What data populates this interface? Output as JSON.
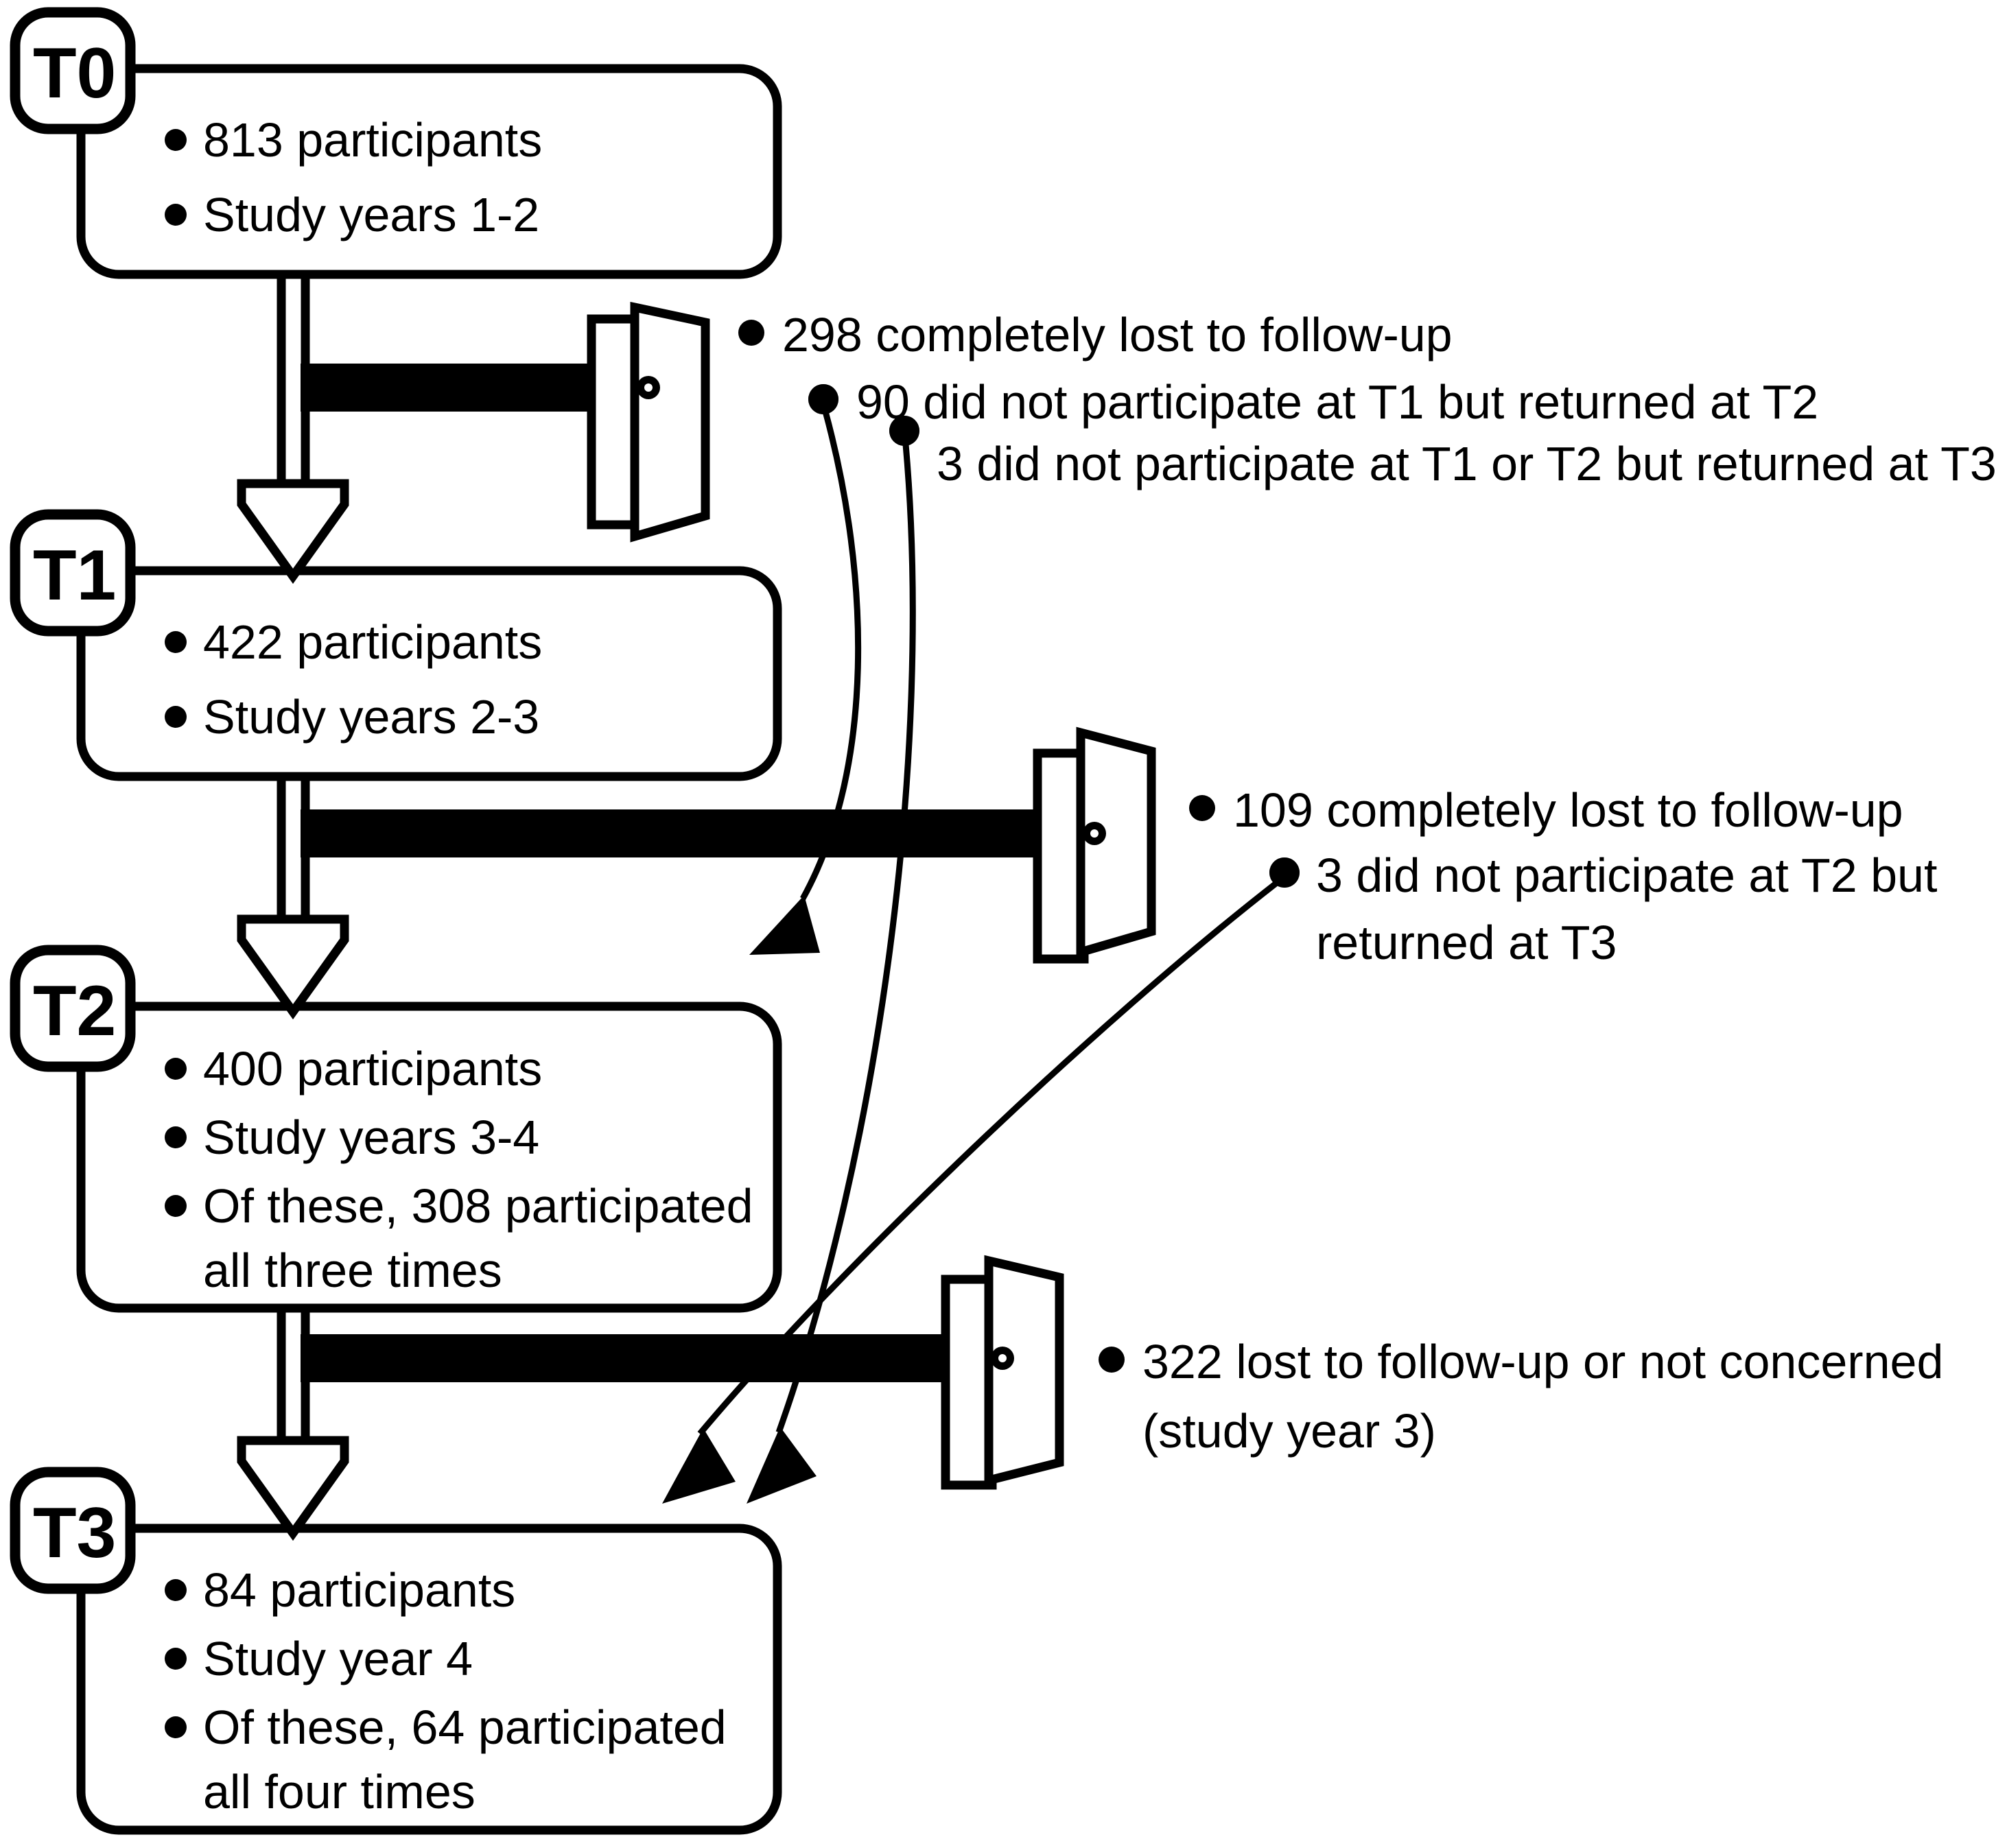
{
  "diagram": {
    "title": "Study participation flow diagram",
    "accent_color": "#000000",
    "background_color": "#ffffff"
  },
  "stages": [
    {
      "badge": "T0",
      "bullets": [
        "813 participants",
        "Study years 1-2"
      ]
    },
    {
      "badge": "T1",
      "bullets": [
        "422 participants",
        "Study years 2-3"
      ]
    },
    {
      "badge": "T2",
      "bullets": [
        "400 participants",
        "Study years 3-4",
        "Of these, 308 participated",
        "all three times"
      ]
    },
    {
      "badge": "T3",
      "bullets": [
        "84 participants",
        "Study year 4",
        "Of these, 64 participated",
        "all four times"
      ]
    }
  ],
  "attrition": [
    {
      "id": "after-t0",
      "icon": "exit-door-icon",
      "notes": [
        "298 completely lost to follow-up",
        "90 did not participate at T1 but returned at T2",
        "3 did not participate at T1 or T2 but returned at T3"
      ]
    },
    {
      "id": "after-t1",
      "icon": "exit-door-icon",
      "notes": [
        "109 completely lost to follow-up",
        "3 did not participate at T2 but",
        "returned at T3"
      ]
    },
    {
      "id": "after-t2",
      "icon": "exit-door-icon",
      "notes": [
        "322 lost to follow-up or not concerned",
        "(study year 3)"
      ]
    }
  ],
  "return_arrows": [
    {
      "id": "return-90-to-t2",
      "label_ref": "90 did not participate at T1 but returned at T2"
    },
    {
      "id": "return-3-to-t3",
      "label_ref": "3 did not participate at T1 or T2 but returned at T3"
    },
    {
      "id": "return-3-t2-to-t3",
      "label_ref": "3 did not participate at T2 but returned at T3"
    }
  ]
}
